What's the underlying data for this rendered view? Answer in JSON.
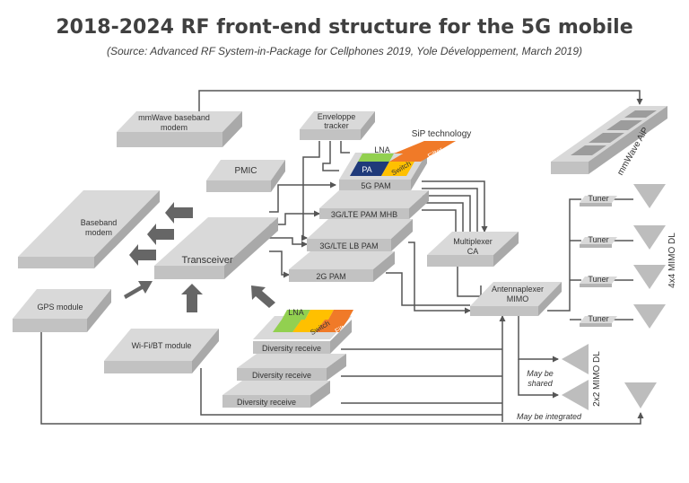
{
  "title": "2018-2024 RF front-end structure for the 5G mobile",
  "subtitle": "(Source: Advanced RF System-in-Package for Cellphones 2019, Yole Développement, March 2019)",
  "blocks": {
    "mmwave_modem": [
      "mmWave baseband",
      "modem"
    ],
    "envelope_tracker": [
      "Enveloppe",
      "tracker"
    ],
    "pmic": "PMIC",
    "baseband_modem": [
      "Baseband",
      "modem"
    ],
    "transceiver": "Transceiver",
    "gps_module": "GPS module",
    "wifi_bt_module": "Wi-Fi/BT module",
    "pam_5g": "5G PAM",
    "pam_mhb": "3G/LTE PAM MHB",
    "pam_lb": "3G/LTE LB PAM",
    "pam_2g": "2G PAM",
    "multiplexer": [
      "Multiplexer",
      "CA"
    ],
    "antennaplexer": [
      "Antennaplexer",
      "MIMO"
    ],
    "diversity_receive": [
      "Diversity receive",
      "Diversity receive",
      "Diversity receive"
    ],
    "mmwave_aip": "mmWave AiP",
    "tuners": [
      "Tuner",
      "Tuner",
      "Tuner",
      "Tuner"
    ]
  },
  "sip": {
    "label": "SiP technology",
    "lna": "LNA",
    "switch": "Switch",
    "filter": "Filter",
    "pa": "PA"
  },
  "annotations": {
    "mimo_4x4": "4x4 MIMO DL",
    "mimo_2x2": "2x2 MIMO DL",
    "may_be_shared": [
      "May be",
      "shared"
    ],
    "may_be_integrated": "May be integrated"
  },
  "colors": {
    "block_top": "#d9d9d9",
    "block_side": "#b4b4b4",
    "line": "#555555",
    "lna": "#92d050",
    "switch": "#ffc000",
    "filter": "#f07a28",
    "pa": "#1f3a7a"
  }
}
